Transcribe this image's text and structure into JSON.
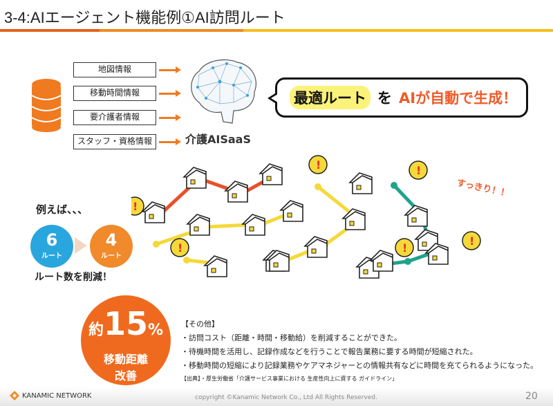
{
  "title": "3-4:AIエージェント機能例①AI訪問ルート",
  "sources": [
    "地図情報",
    "移動時間情報",
    "要介護者情報",
    "スタッフ・資格情報"
  ],
  "brain_label": "介護AISaaS",
  "bubble": {
    "highlight": "最適ルート",
    "particle": "を",
    "rest": "AIが自動で生成！"
  },
  "example": {
    "label": "例えば、、、",
    "before_num": "6",
    "before_unit": "ルート",
    "after_num": "4",
    "after_unit": "ルート",
    "result": "ルート数を削減！",
    "exclaim": "すっきり！！"
  },
  "kpi": {
    "prefix": "約",
    "value": "15",
    "unit": "%",
    "label1": "移動距離",
    "label2": "改善"
  },
  "notes": {
    "heading": "【その他】",
    "items": [
      "・訪問コスト（距離・時間・移動給）を削減することができた。",
      "・待機時間を活用し、記録作成などを行うことで報告業務に要する時間が短縮された。",
      "・移動時間の短縮により記録業務やケアマネジャーとの情報共有などに時間を充てられるようになった。"
    ],
    "citation": "【出典】・厚生労働省「介護サービス事業における 生産性向上に資する ガイドライン」"
  },
  "footer": {
    "logo": "KANAMIC NETWORK",
    "copyright": "copyright ©Kanamic Network Co., Ltd All Rights Reserved.",
    "page": "20"
  },
  "colors": {
    "orange": "#ef6a1e",
    "blue": "#2aa6df",
    "red_route": "#e8502a",
    "yellow_route": "#f5d93a",
    "teal_route": "#1fa38c"
  }
}
